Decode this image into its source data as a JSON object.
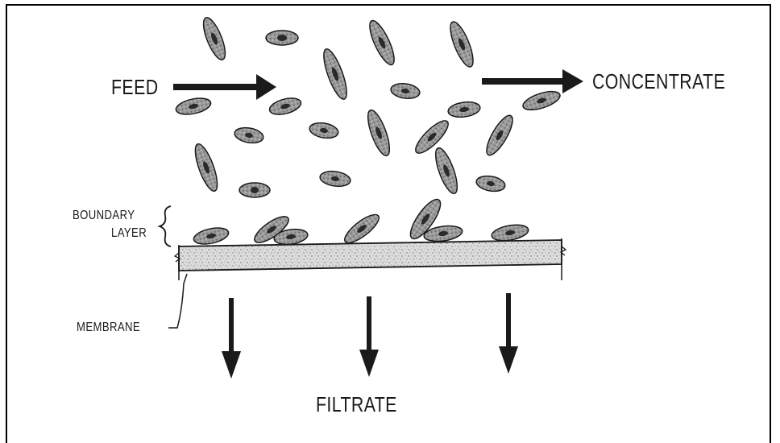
{
  "labels": {
    "feed": "FEED",
    "concentrate": "CONCENTRATE",
    "boundary_line1": "BOUNDARY",
    "boundary_line2": "LAYER",
    "membrane": "MEMBRANE",
    "filtrate": "FILTRATE"
  },
  "colors": {
    "ink": "#1a1a1a",
    "particle_fill": "#8a8a8a",
    "particle_core": "#2a2a2a",
    "membrane_fill": "#d6d6d6"
  }
}
